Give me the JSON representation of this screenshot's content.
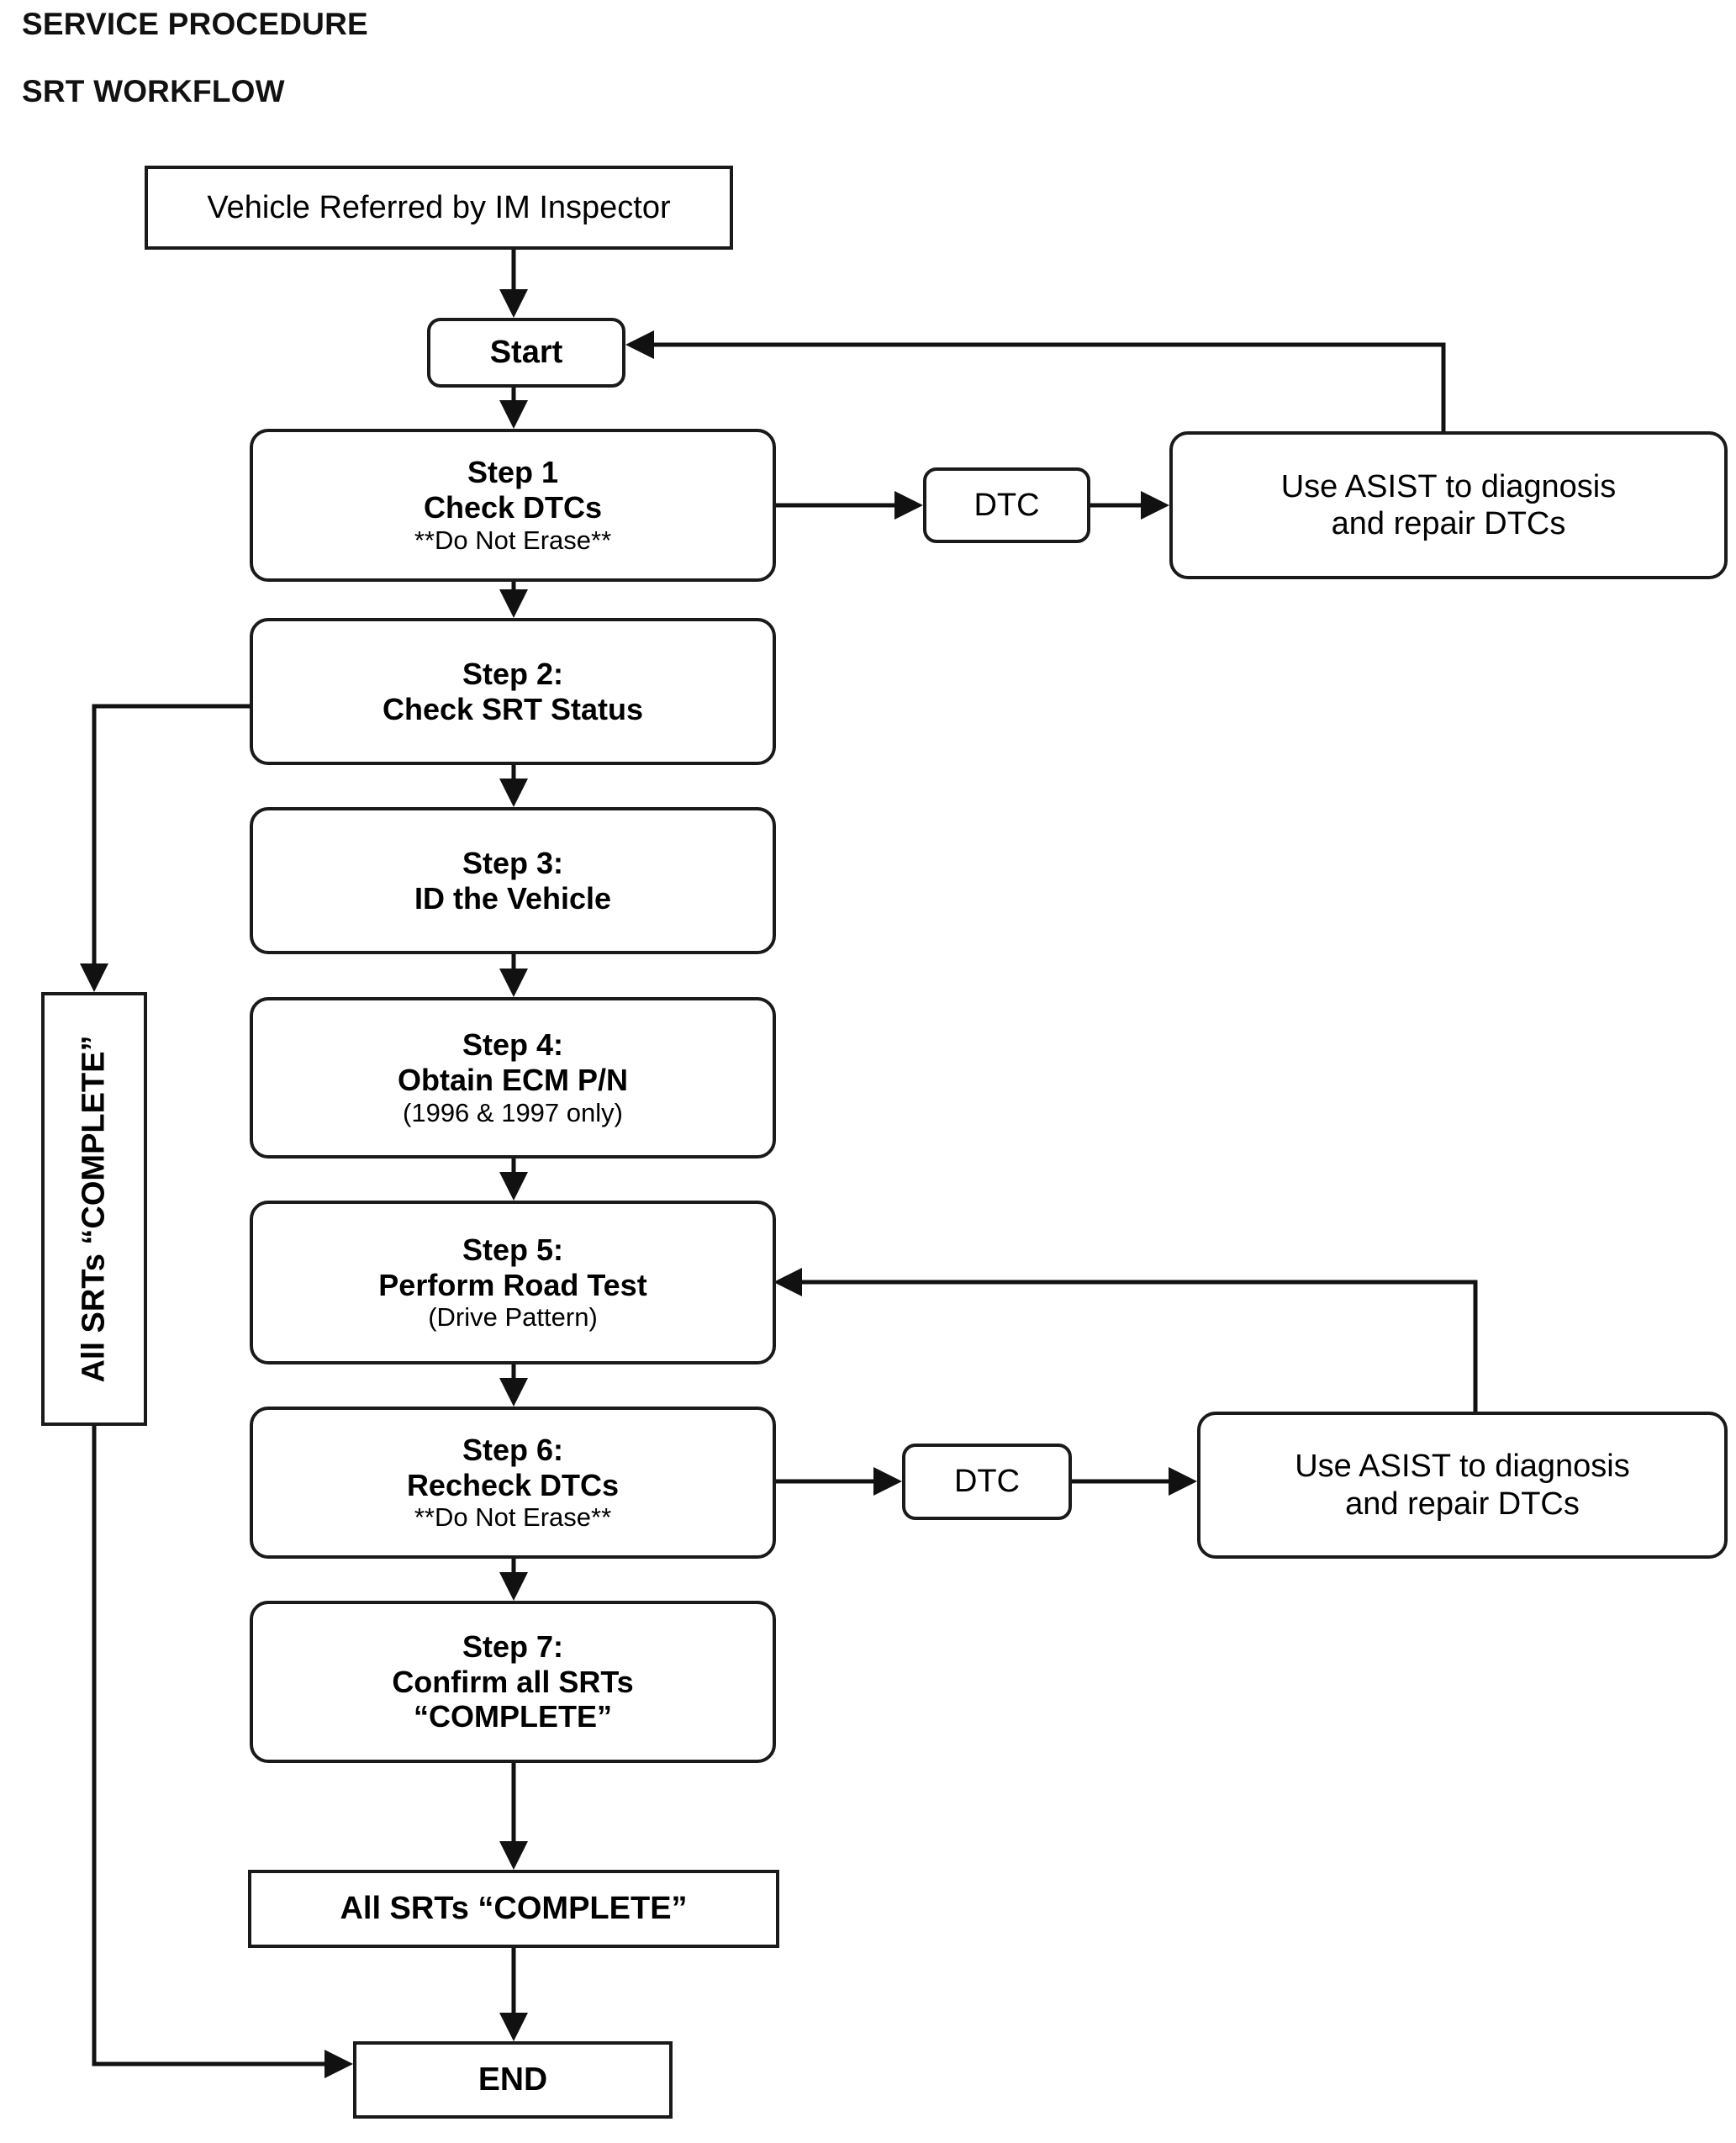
{
  "header": {
    "line1": "SERVICE PROCEDURE",
    "line2": "SRT WORKFLOW"
  },
  "chart_data": {
    "type": "diagram",
    "title": "SRT WORKFLOW",
    "subtitle": "SERVICE PROCEDURE",
    "diagram_kind": "flowchart",
    "orientation": "top-to-bottom",
    "node_count": 14,
    "edge_count": 15
  },
  "nodes": {
    "referral": {
      "label": "Vehicle Referred by IM Inspector",
      "shape": "rectangle"
    },
    "start": {
      "label": "Start",
      "shape": "rounded-rectangle"
    },
    "step1": {
      "line1": "Step 1",
      "line2": "Check DTCs",
      "line3": "**Do Not Erase**",
      "shape": "rounded-rectangle"
    },
    "dtc1": {
      "label": "DTC",
      "shape": "rounded-rectangle"
    },
    "asist1": {
      "line1": "Use ASIST to diagnosis",
      "line2": "and repair DTCs",
      "shape": "rounded-rectangle"
    },
    "step2": {
      "line1": "Step 2:",
      "line2": "Check SRT Status",
      "shape": "rounded-rectangle"
    },
    "step3": {
      "line1": "Step 3:",
      "line2": "ID the Vehicle",
      "shape": "rounded-rectangle"
    },
    "step4": {
      "line1": "Step 4:",
      "line2": "Obtain ECM P/N",
      "line3": "(1996 & 1997 only)",
      "shape": "rounded-rectangle"
    },
    "step5": {
      "line1": "Step 5:",
      "line2": "Perform Road Test",
      "line3": "(Drive Pattern)",
      "shape": "rounded-rectangle"
    },
    "step6": {
      "line1": "Step 6:",
      "line2": "Recheck DTCs",
      "line3": "**Do Not Erase**",
      "shape": "rounded-rectangle"
    },
    "dtc2": {
      "label": "DTC",
      "shape": "rounded-rectangle"
    },
    "asist2": {
      "line1": "Use ASIST to diagnosis",
      "line2": "and repair DTCs",
      "shape": "rounded-rectangle"
    },
    "step7": {
      "line1": "Step 7:",
      "line2": "Confirm all SRTs",
      "line3": "“COMPLETE”",
      "shape": "rounded-rectangle"
    },
    "all_srts_complete": {
      "label": "All SRTs “COMPLETE”",
      "shape": "rectangle"
    },
    "all_srts_complete_side": {
      "label": "All SRTs “COMPLETE”",
      "shape": "rectangle",
      "orientation": "vertical"
    },
    "end": {
      "label": "END",
      "shape": "rectangle"
    }
  },
  "edges": [
    {
      "from": "referral",
      "to": "start",
      "kind": "arrow-down"
    },
    {
      "from": "start",
      "to": "step1",
      "kind": "arrow-down"
    },
    {
      "from": "step1",
      "to": "dtc1",
      "kind": "arrow-right"
    },
    {
      "from": "dtc1",
      "to": "asist1",
      "kind": "arrow-right"
    },
    {
      "from": "asist1",
      "to": "start",
      "kind": "feedback-loop-up-left"
    },
    {
      "from": "step1",
      "to": "step2",
      "kind": "arrow-down"
    },
    {
      "from": "step2",
      "to": "all_srts_complete_side",
      "kind": "branch-left-down"
    },
    {
      "from": "step2",
      "to": "step3",
      "kind": "arrow-down"
    },
    {
      "from": "step3",
      "to": "step4",
      "kind": "arrow-down"
    },
    {
      "from": "step4",
      "to": "step5",
      "kind": "arrow-down"
    },
    {
      "from": "step5",
      "to": "step6",
      "kind": "arrow-down"
    },
    {
      "from": "step6",
      "to": "dtc2",
      "kind": "arrow-right"
    },
    {
      "from": "dtc2",
      "to": "asist2",
      "kind": "arrow-right"
    },
    {
      "from": "asist2",
      "to": "step5",
      "kind": "feedback-loop-up-left"
    },
    {
      "from": "step6",
      "to": "step7",
      "kind": "arrow-down"
    },
    {
      "from": "step7",
      "to": "all_srts_complete",
      "kind": "arrow-down"
    },
    {
      "from": "all_srts_complete",
      "to": "end",
      "kind": "arrow-down"
    },
    {
      "from": "all_srts_complete_side",
      "to": "end",
      "kind": "arrow-down-right"
    }
  ],
  "colors": {
    "stroke": "#111111",
    "fill": "#ffffff",
    "text": "#000000"
  }
}
